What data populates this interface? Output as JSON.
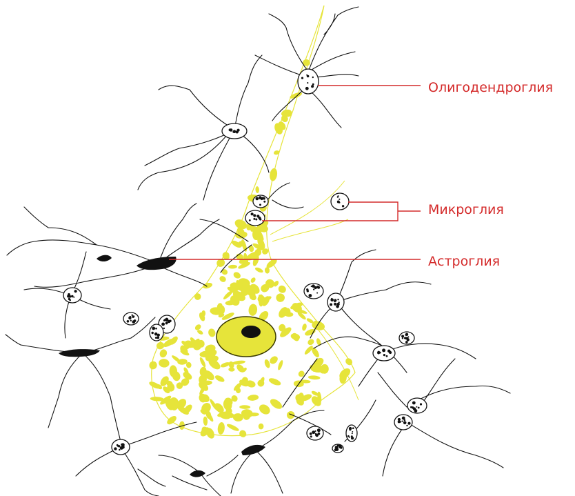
{
  "labels": {
    "oligodendroglia": "Олигодендроглия",
    "microglia": "Микроглия",
    "astroglia": "Астроглия"
  },
  "colors": {
    "label_text": "#d42a2a",
    "leader_line": "#d42a2a",
    "neuron_fill": "#e6e43a",
    "neuron_outline": "#e6e43a",
    "nucleus_fill": "#e6e43a",
    "nucleus_outline": "#3a3a00",
    "nucleolus": "#111111",
    "glia_stroke": "#111111",
    "cell_fill": "#ffffff",
    "background": "#ffffff"
  }
}
